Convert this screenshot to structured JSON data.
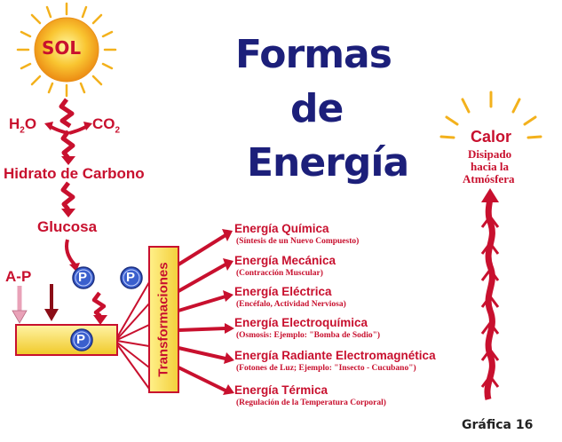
{
  "title": {
    "line1": "Formas",
    "line2": "de",
    "line3": "Energía"
  },
  "sun": {
    "label": "SOL"
  },
  "left": {
    "h2o": "H2O",
    "co2": "CO2",
    "hidrato": "Hidrato de Carbono",
    "glucosa": "Glucosa",
    "ap": "A-P",
    "p": "P",
    "transformaciones": "Transformaciones"
  },
  "energies": [
    {
      "name": "Energía Química",
      "desc": "(Síntesis de un Nuevo Compuesto)"
    },
    {
      "name": "Energía Mecánica",
      "desc": "(Contracción Muscular)"
    },
    {
      "name": "Energía Eléctrica",
      "desc": "(Encéfalo, Actividad Nerviosa)"
    },
    {
      "name": "Energía Electroquímica",
      "desc": "(Osmosis: Ejemplo: \"Bomba de Sodio\")"
    },
    {
      "name": "Energía Radiante Electromagnética",
      "desc": "(Fotones de Luz; Ejemplo: \"Insecto - Cucubano\")"
    },
    {
      "name": "Energía Térmica",
      "desc": "(Regulación de la Temperatura Corporal)"
    }
  ],
  "right": {
    "calor": "Calor",
    "disipado1": "Disipado",
    "disipado2": "hacia la",
    "disipado3": "Atmósfera"
  },
  "footer": {
    "grafica": "Gráfica 16"
  },
  "colors": {
    "red": "#c8102e",
    "navy": "#1c1f7a",
    "sun": "#f7a21b",
    "bar": "#f5d742",
    "pblue": "#3a5fcd"
  }
}
